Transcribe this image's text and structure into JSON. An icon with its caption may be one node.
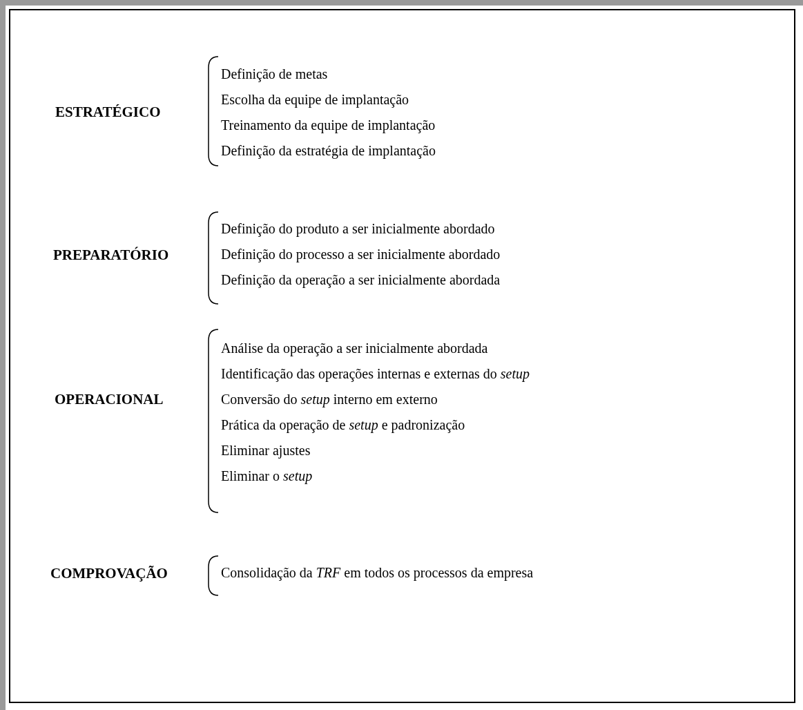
{
  "diagram": {
    "labels": [
      "ESTRATÉGICO",
      "Definição de metas",
      "Escolha da equipe de implantação",
      "Treinamento da equipe de implantação",
      "Definição da estratégia de implantação",
      "PREPARATÓRIO",
      "Definição do produto a ser inicialmente abordado",
      "Definição do processo a ser inicialmente abordado",
      "Definição da operação a ser inicialmente abordada",
      "OPERACIONAL",
      "Análise da operação a ser inicialmente abordada",
      "Identificação das operações internas e externas do *setup*",
      "Conversão do *setup* interno em externo",
      "Prática da operação de *setup* e padronização",
      "Eliminar ajustes",
      "Eliminar o *setup*",
      "COMPROVAÇÃO",
      "Consolidação da *TRF* em todos os processos da empresa"
    ]
  }
}
